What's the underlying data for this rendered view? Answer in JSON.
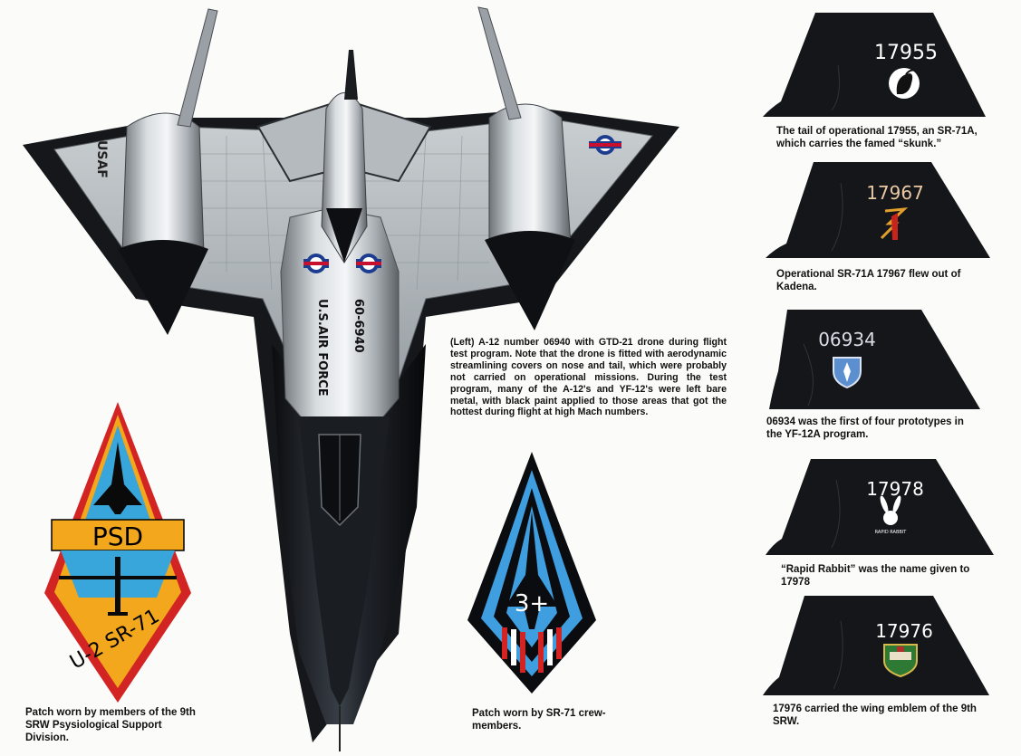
{
  "main_caption": "(Left) A-12 number 06940 with GTD-21 drone during flight test program. Note that the drone is fitted with aerodynamic streamlining covers on nose and tail, which were probably not carried on operational missions. During the test program, many of the A-12's and YF-12's were left bare metal, with black paint applied to those areas that got the hottest during flight at high Mach numbers.",
  "aircraft": {
    "wing_text": "USAF",
    "fuselage_text_1": "U.S.AIR FORCE",
    "fuselage_text_2": "60-6940"
  },
  "patches": [
    {
      "top_text": "PSD",
      "bottom_text": "U-2 SR-71",
      "caption": "Patch worn by members of the 9th SRW Psysiological Support Division."
    },
    {
      "center_text": "3+",
      "caption": "Patch worn by SR-71 crew-members."
    }
  ],
  "tails": [
    {
      "number": "17955",
      "emblem": "skunk",
      "caption": "The tail of operational 17955, an SR-71A, which carries the famed “skunk.”"
    },
    {
      "number": "17967",
      "emblem": "lightning-1",
      "caption": "Operational SR-71A 17967 flew out of Kadena."
    },
    {
      "number": "06934",
      "emblem": "shield",
      "caption": "06934 was the first of four prototypes in the YF-12A program."
    },
    {
      "number": "17978",
      "emblem": "rabbit",
      "emblem_text": "RAPID RABBIT",
      "caption": "“Rapid Rabbit” was the name given to 17978"
    },
    {
      "number": "17976",
      "emblem": "wing-emblem",
      "caption": "17976 carried the wing emblem of the 9th SRW."
    }
  ]
}
